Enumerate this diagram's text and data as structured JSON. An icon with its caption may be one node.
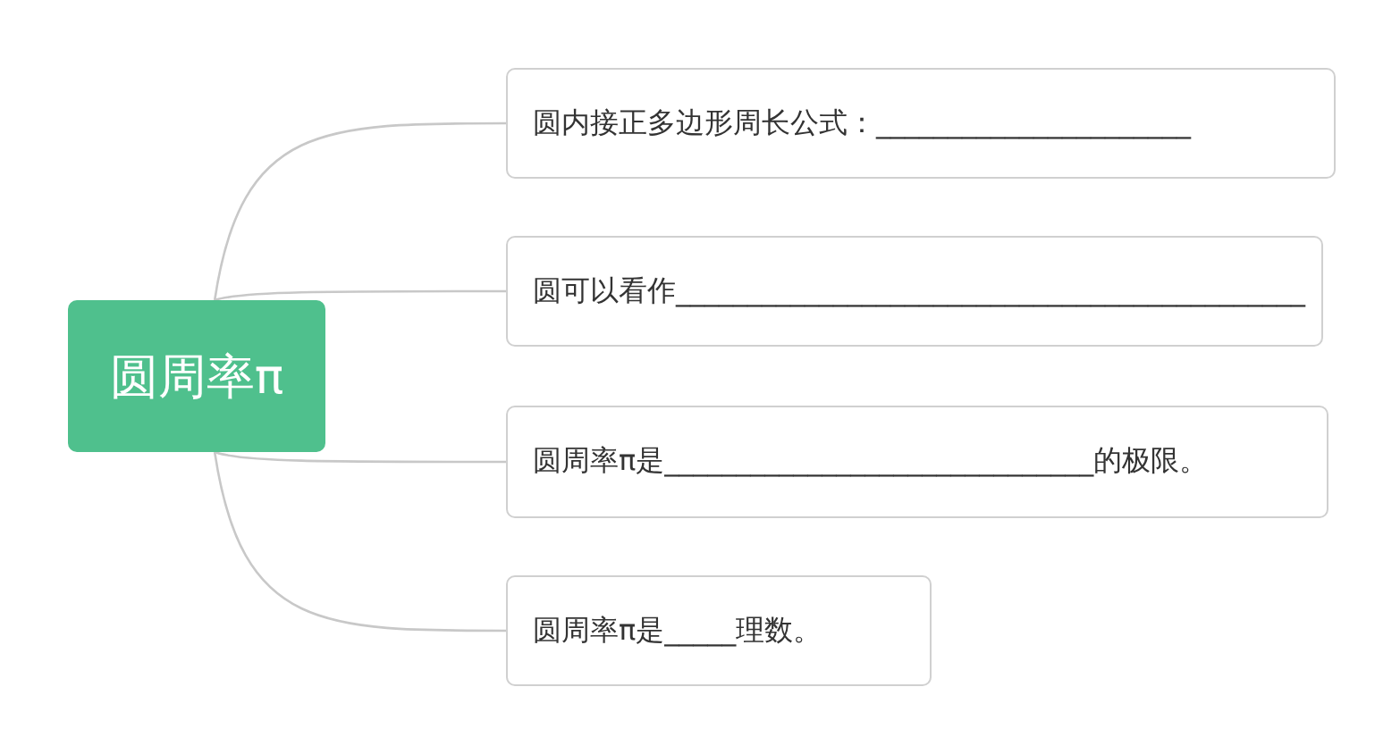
{
  "diagram": {
    "nodes": [
      {
        "text": [
          "圆周率π"
        ]
      },
      {
        "text": [
          "圆内接正多边形周长公式：______________________"
        ]
      },
      {
        "text": [
          "圆可以看作____________________________________________"
        ]
      },
      {
        "text": [
          "圆周率π是______________________________的极限。"
        ]
      },
      {
        "text": [
          "圆周率π是_____理数。"
        ]
      }
    ],
    "edges": [
      {
        "from": 0,
        "to": 1,
        "arrow": "none"
      },
      {
        "from": 0,
        "to": 2,
        "arrow": "none"
      },
      {
        "from": 0,
        "to": 3,
        "arrow": "none"
      },
      {
        "from": 0,
        "to": 4,
        "arrow": "none"
      }
    ]
  }
}
